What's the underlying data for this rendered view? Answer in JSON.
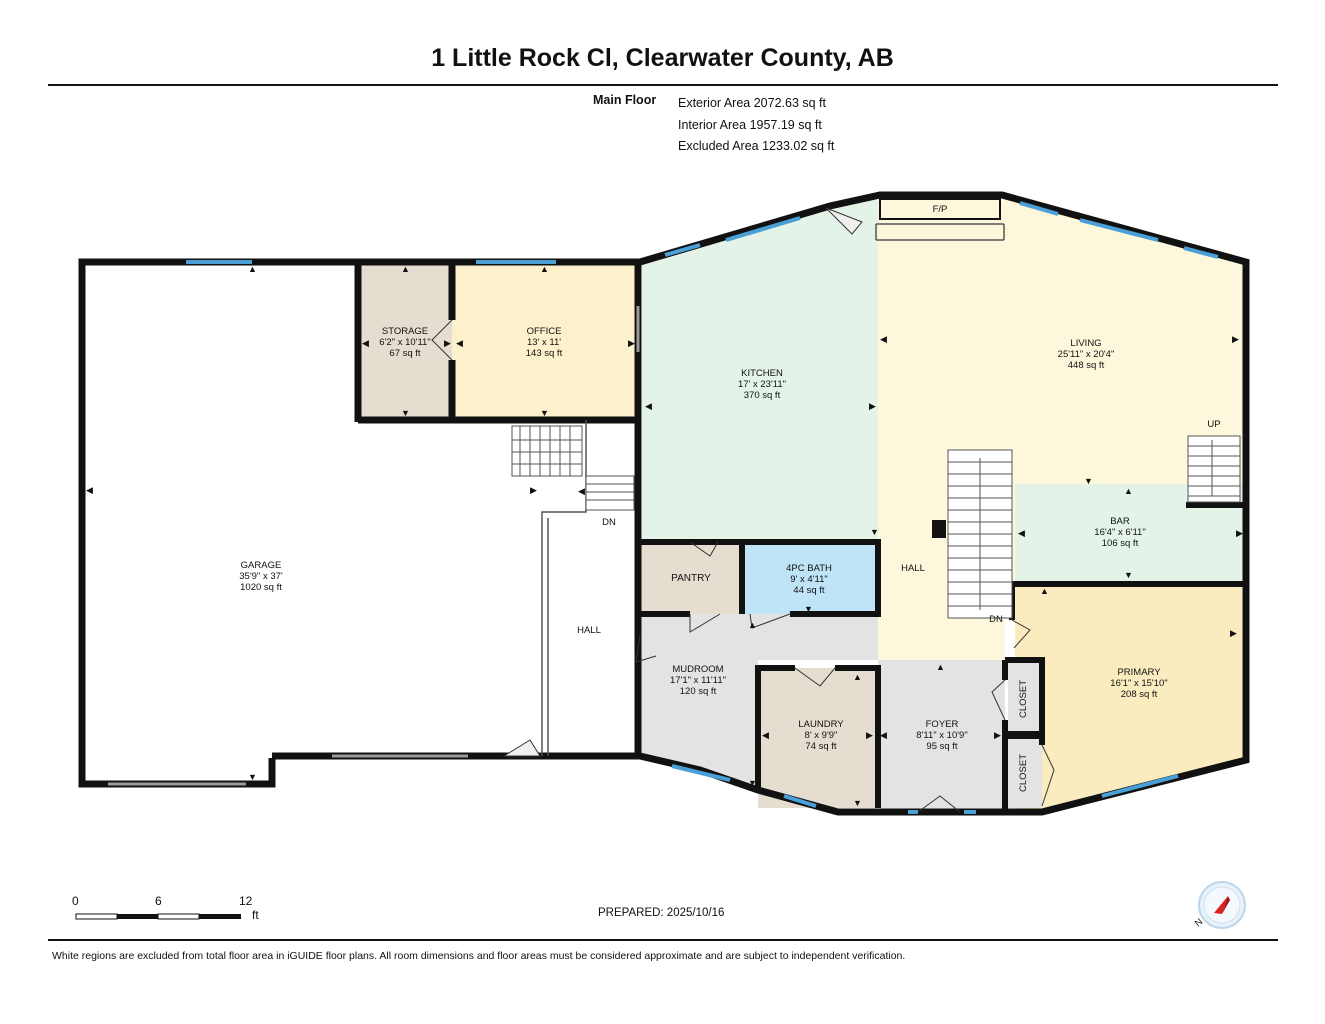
{
  "title": "1 Little Rock Cl, Clearwater County, AB",
  "floor": {
    "label": "Main Floor",
    "exterior": "Exterior Area 2072.63 sq ft",
    "interior": "Interior Area 1957.19 sq ft",
    "excluded": "Excluded Area 1233.02 sq ft"
  },
  "rooms": {
    "garage": {
      "name": "GARAGE",
      "dims": "35'9\" x 37'",
      "area": "1020 sq ft"
    },
    "storage": {
      "name": "STORAGE",
      "dims": "6'2\" x 10'11\"",
      "area": "67 sq ft"
    },
    "office": {
      "name": "OFFICE",
      "dims": "13' x 11'",
      "area": "143 sq ft"
    },
    "kitchen": {
      "name": "KITCHEN",
      "dims": "17' x 23'11\"",
      "area": "370 sq ft"
    },
    "living": {
      "name": "LIVING",
      "dims": "25'11\" x 20'4\"",
      "area": "448 sq ft"
    },
    "bar": {
      "name": "BAR",
      "dims": "16'4\" x 6'11\"",
      "area": "106 sq ft"
    },
    "bath": {
      "name": "4PC BATH",
      "dims": "9' x 4'11\"",
      "area": "44 sq ft"
    },
    "pantry": {
      "name": "PANTRY"
    },
    "mudroom": {
      "name": "MUDROOM",
      "dims": "17'1\" x 11'11\"",
      "area": "120 sq ft"
    },
    "laundry": {
      "name": "LAUNDRY",
      "dims": "8' x 9'9\"",
      "area": "74 sq ft"
    },
    "foyer": {
      "name": "FOYER",
      "dims": "8'11\" x 10'9\"",
      "area": "95 sq ft"
    },
    "primary": {
      "name": "PRIMARY",
      "dims": "16'1\" x 15'10\"",
      "area": "208 sq ft"
    },
    "hall_left": {
      "name": "HALL"
    },
    "hall_center": {
      "name": "HALL"
    },
    "closet1": {
      "name": "CLOSET"
    },
    "closet2": {
      "name": "CLOSET"
    }
  },
  "labels": {
    "fp": "F/P",
    "up": "UP",
    "dn_left": "DN",
    "dn_center": "DN"
  },
  "scale": {
    "ticks": [
      "0",
      "6",
      "12"
    ],
    "unit": "ft"
  },
  "prepared": "PREPARED: 2025/10/16",
  "compass": {
    "north": "N"
  },
  "footer": "White regions are excluded from total floor area in iGUIDE floor plans. All room dimensions and floor areas must be considered approximate and are subject to independent verification.",
  "colors": {
    "kitchen": "#e4f3e8",
    "living": "#fdf7dc",
    "bar": "#e4f3e8",
    "storage": "#e5ddd0",
    "office": "#fdf0cc",
    "bath": "#bfe3f7",
    "pantry": "#e5ddd0",
    "mudroom": "#e3e3e3",
    "laundry": "#e5ddd0",
    "foyer": "#e3e3e3",
    "primary": "#fbecc0",
    "closet": "#e3e3e3",
    "window": "#4a9fd6",
    "wall": "#111111"
  }
}
